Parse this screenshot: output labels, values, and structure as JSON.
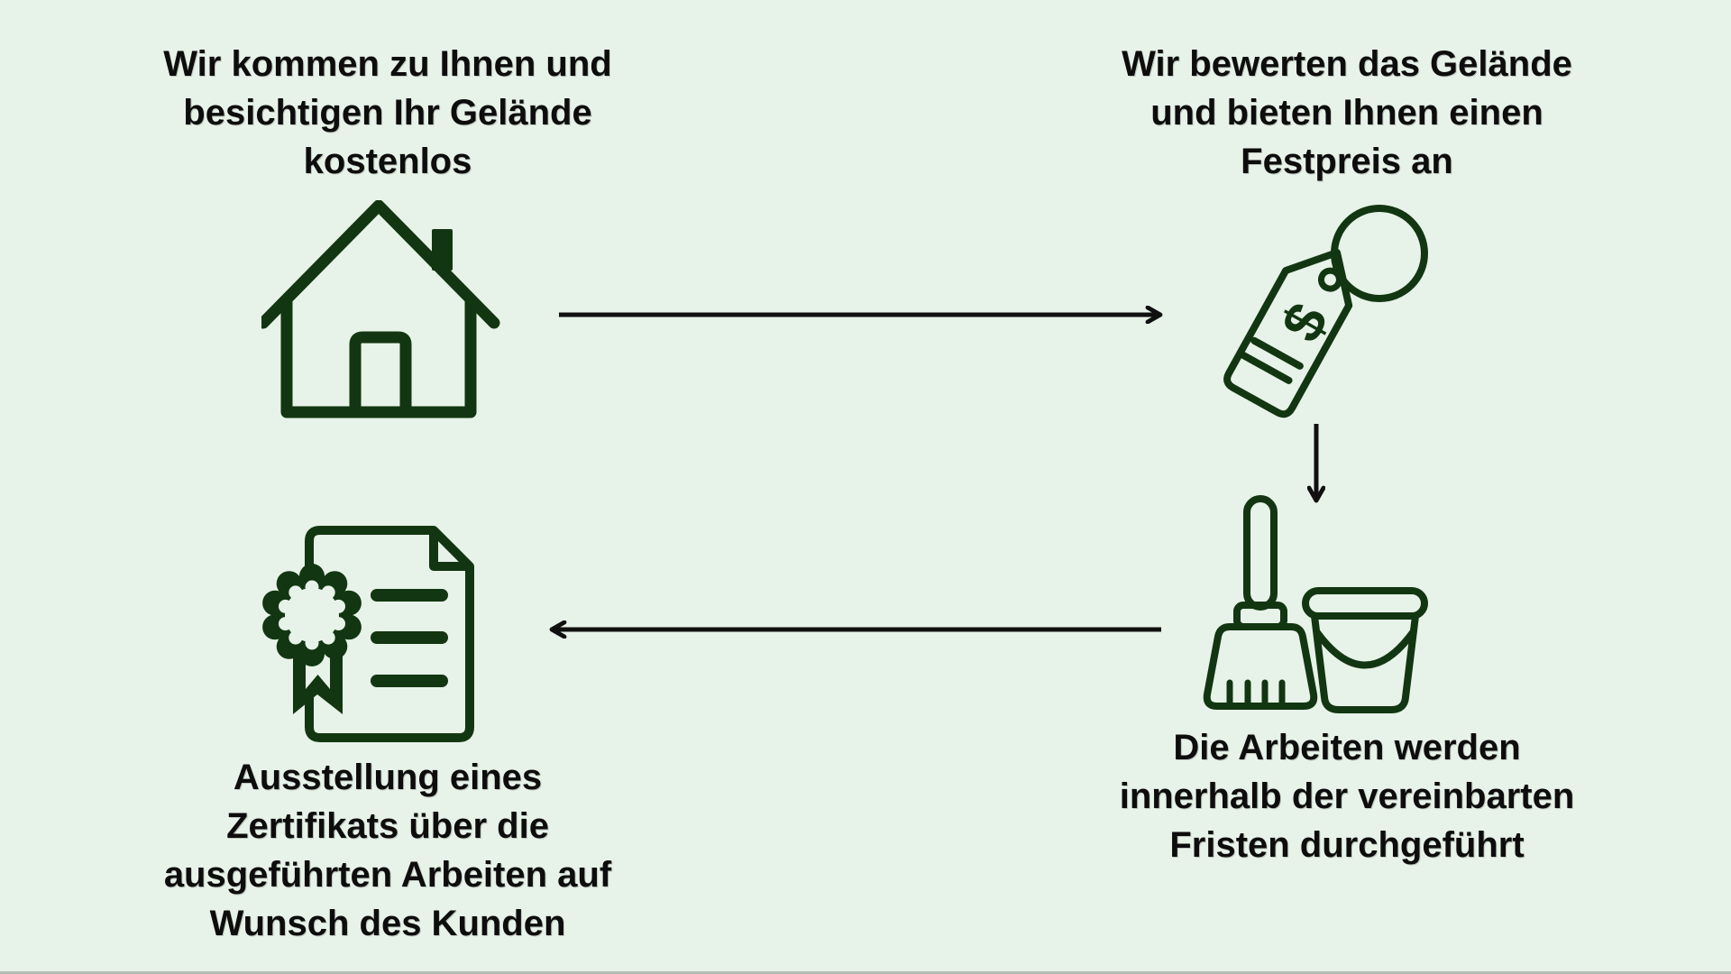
{
  "colors": {
    "bg": "#e7f2e8",
    "green": "#123611",
    "ink": "#0d0d0d",
    "arrow": "#101010"
  },
  "steps": [
    {
      "name": "site-visit",
      "icon": "house-icon",
      "lines": [
        "Wir kommen zu Ihnen und",
        "besichtigen Ihr Gelände",
        "kostenlos"
      ]
    },
    {
      "name": "fixed-price-offer",
      "icon": "price-tag-icon",
      "price_symbol": "$",
      "lines": [
        "Wir bewerten das Gelände",
        "und bieten Ihnen einen",
        "Festpreis an"
      ]
    },
    {
      "name": "work-execution",
      "icon": "broom-bucket-icon",
      "lines": [
        "Die Arbeiten werden",
        "innerhalb der vereinbarten",
        "Fristen durchgeführt"
      ]
    },
    {
      "name": "certificate-issue",
      "icon": "certificate-icon",
      "lines": [
        "Ausstellung eines",
        "Zertifikats über die",
        "ausgeführten Arbeiten auf",
        "Wunsch des Kunden"
      ]
    }
  ]
}
